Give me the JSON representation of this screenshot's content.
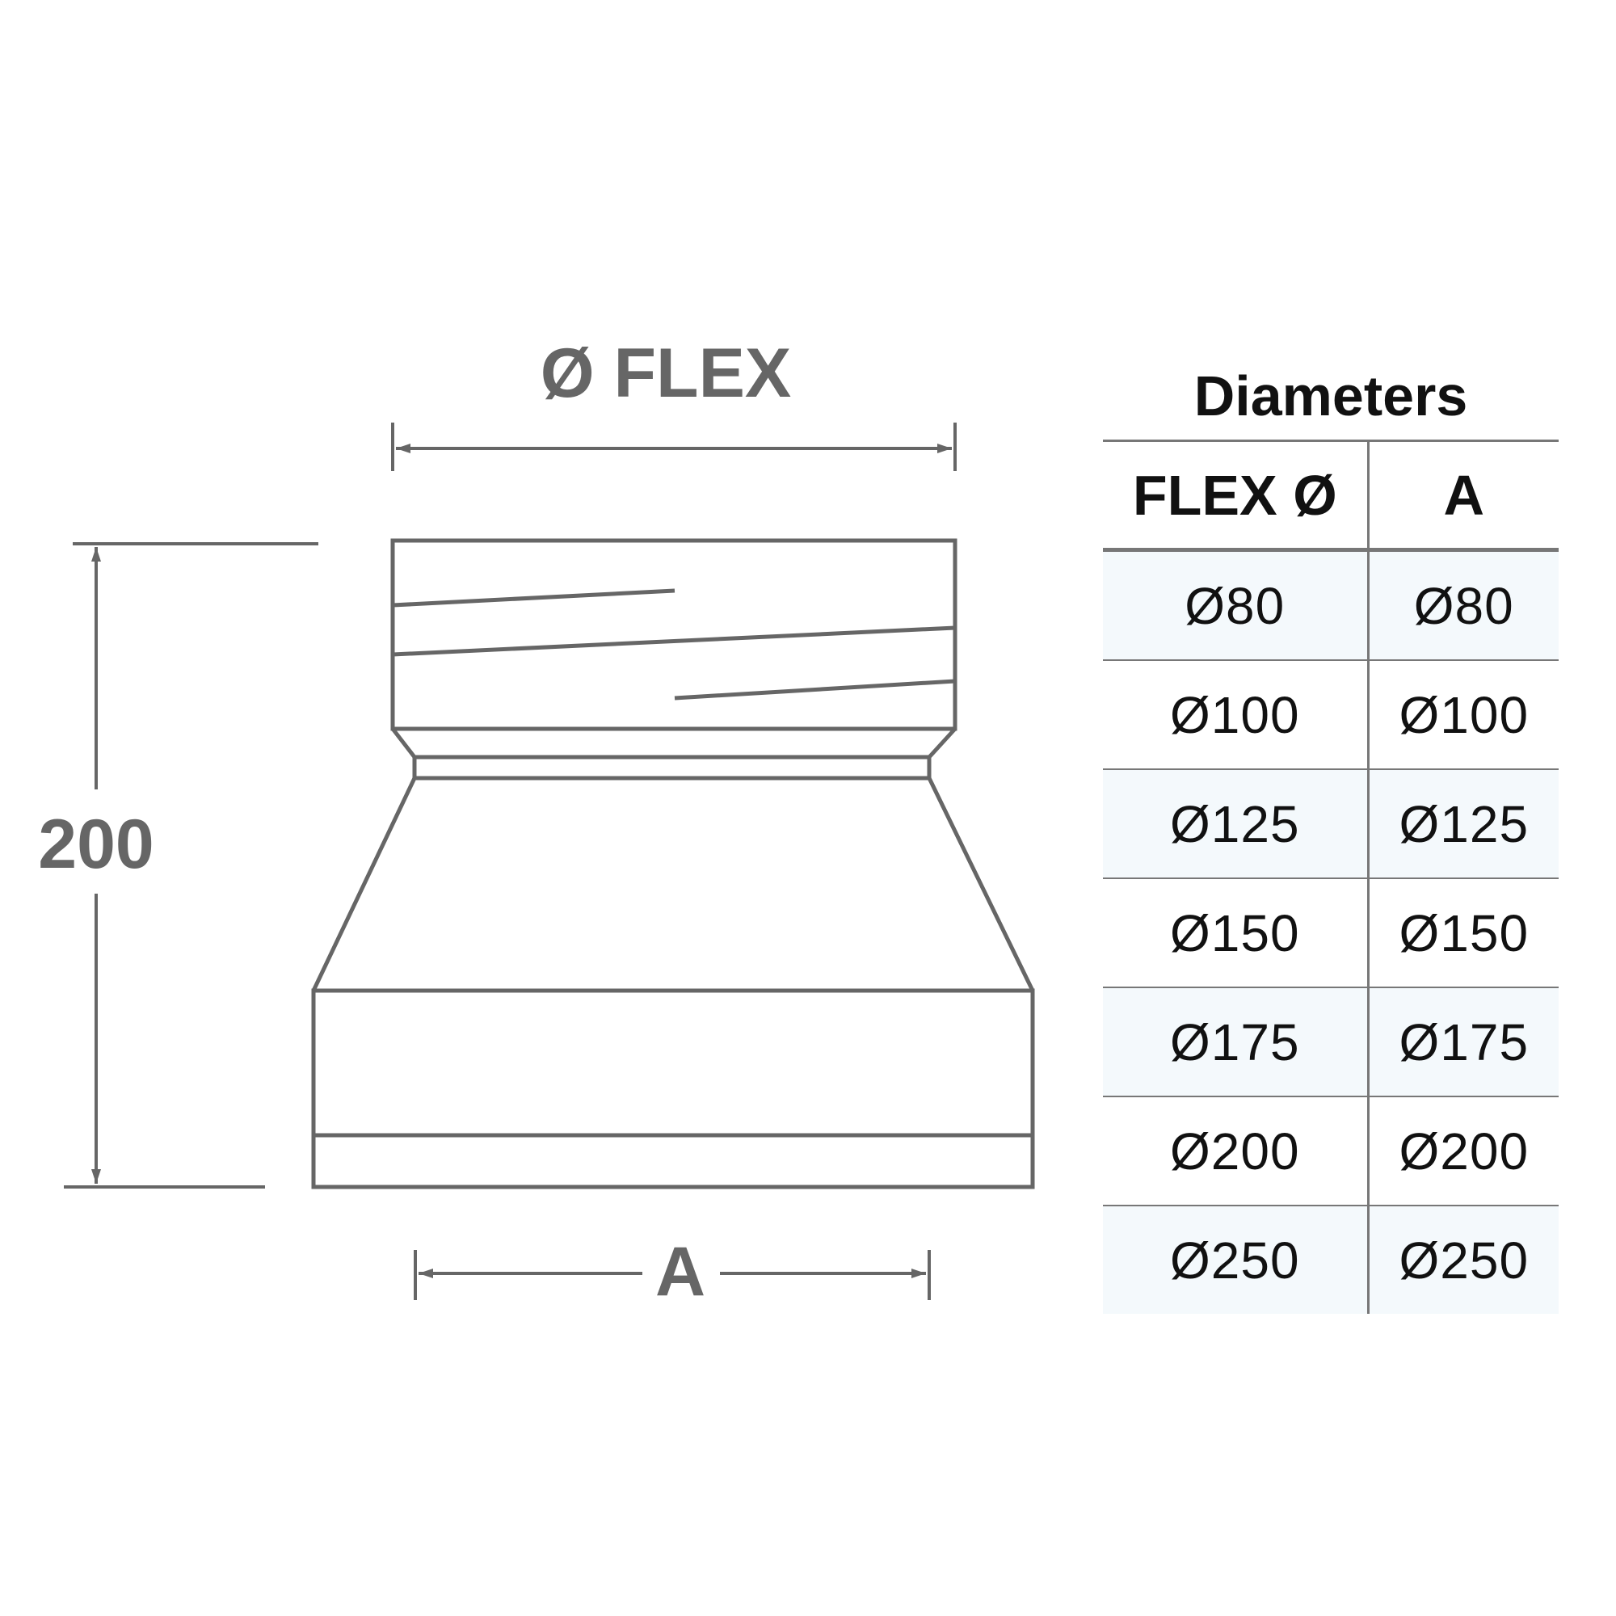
{
  "drawing": {
    "stroke_color": "#666666",
    "flex_label": "Ø FLEX",
    "height_label": "200",
    "a_label": "A"
  },
  "table": {
    "title": "Diameters",
    "headers": [
      "FLEX Ø",
      "A"
    ],
    "rows": [
      [
        "Ø80",
        "Ø80"
      ],
      [
        "Ø100",
        "Ø100"
      ],
      [
        "Ø125",
        "Ø125"
      ],
      [
        "Ø150",
        "Ø150"
      ],
      [
        "Ø175",
        "Ø175"
      ],
      [
        "Ø200",
        "Ø200"
      ],
      [
        "Ø250",
        "Ø250"
      ]
    ],
    "stripe_color": "#f4f9fc"
  }
}
